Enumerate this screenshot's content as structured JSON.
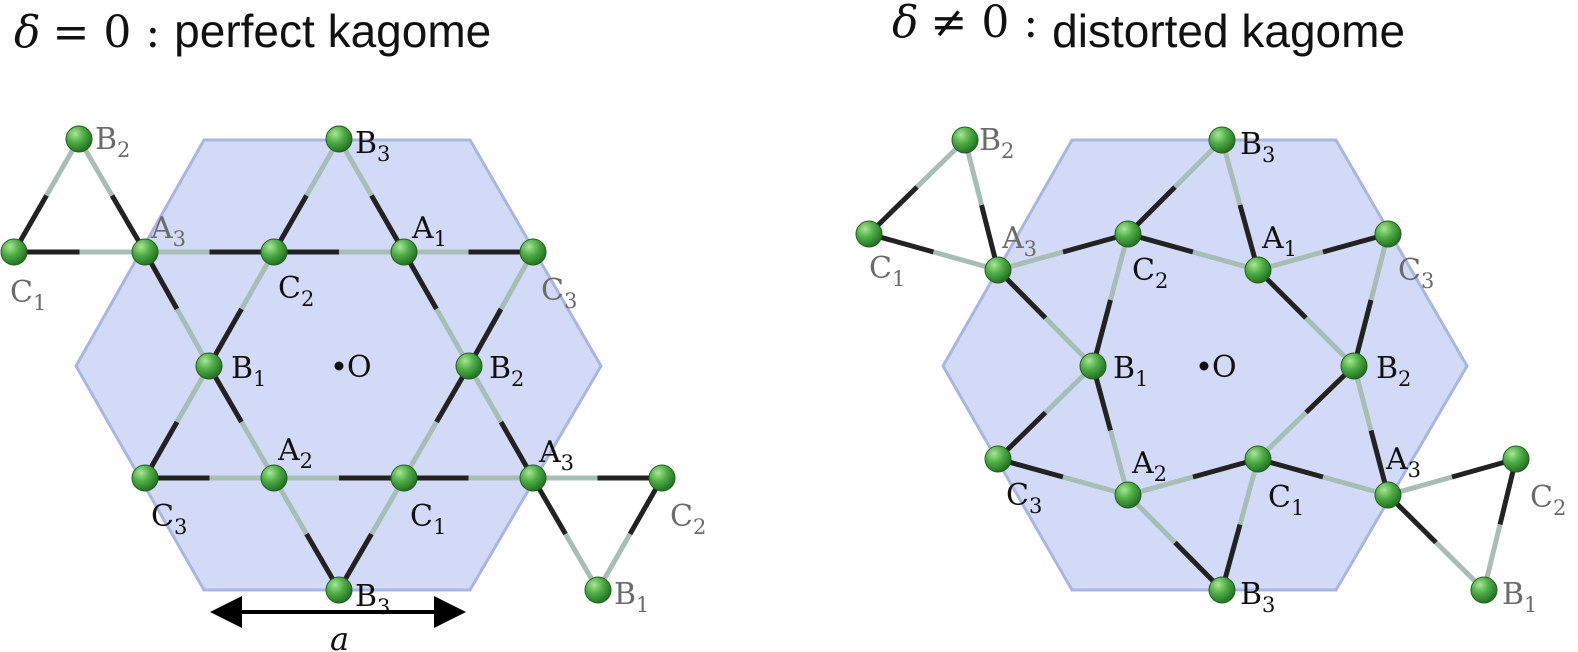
{
  "panels": [
    {
      "id": "perfect",
      "title": {
        "symbol": "δ",
        "relation": "= 0 :",
        "text": "perfect kagome"
      },
      "origin_label": "O",
      "atoms": [
        {
          "id": "B2out",
          "base": "B",
          "sub": "2",
          "faded": true
        },
        {
          "id": "C1out",
          "base": "C",
          "sub": "1",
          "faded": true
        },
        {
          "id": "A3a",
          "base": "A",
          "sub": "3",
          "faded": true
        },
        {
          "id": "B3top",
          "base": "B",
          "sub": "3",
          "faded": false
        },
        {
          "id": "C2",
          "base": "C",
          "sub": "2",
          "faded": false
        },
        {
          "id": "A1",
          "base": "A",
          "sub": "1",
          "faded": false
        },
        {
          "id": "C3a",
          "base": "C",
          "sub": "3",
          "faded": true
        },
        {
          "id": "B1",
          "base": "B",
          "sub": "1",
          "faded": false
        },
        {
          "id": "B2",
          "base": "B",
          "sub": "2",
          "faded": false
        },
        {
          "id": "C3b",
          "base": "C",
          "sub": "3",
          "faded": false
        },
        {
          "id": "A2",
          "base": "A",
          "sub": "2",
          "faded": false
        },
        {
          "id": "C1",
          "base": "C",
          "sub": "1",
          "faded": false
        },
        {
          "id": "A3b",
          "base": "A",
          "sub": "3",
          "faded": false
        },
        {
          "id": "C2out",
          "base": "C",
          "sub": "2",
          "faded": true
        },
        {
          "id": "B3bot",
          "base": "B",
          "sub": "3",
          "faded": false
        },
        {
          "id": "B1out",
          "base": "B",
          "sub": "1",
          "faded": true
        }
      ],
      "scale_label": "a"
    },
    {
      "id": "distorted",
      "title": {
        "symbol": "δ",
        "relation": "≠ 0 :",
        "text": "distorted kagome"
      },
      "origin_label": "O",
      "atoms": [
        {
          "id": "B2out",
          "base": "B",
          "sub": "2",
          "faded": true
        },
        {
          "id": "C1out",
          "base": "C",
          "sub": "1",
          "faded": true
        },
        {
          "id": "A3a",
          "base": "A",
          "sub": "3",
          "faded": true
        },
        {
          "id": "B3top",
          "base": "B",
          "sub": "3",
          "faded": false
        },
        {
          "id": "C2",
          "base": "C",
          "sub": "2",
          "faded": false
        },
        {
          "id": "A1",
          "base": "A",
          "sub": "1",
          "faded": false
        },
        {
          "id": "C3a",
          "base": "C",
          "sub": "3",
          "faded": true
        },
        {
          "id": "B1",
          "base": "B",
          "sub": "1",
          "faded": false
        },
        {
          "id": "B2",
          "base": "B",
          "sub": "2",
          "faded": false
        },
        {
          "id": "C3b",
          "base": "C",
          "sub": "3",
          "faded": false
        },
        {
          "id": "A2",
          "base": "A",
          "sub": "2",
          "faded": false
        },
        {
          "id": "C1",
          "base": "C",
          "sub": "1",
          "faded": false
        },
        {
          "id": "A3b",
          "base": "A",
          "sub": "3",
          "faded": false
        },
        {
          "id": "C2out",
          "base": "C",
          "sub": "2",
          "faded": true
        },
        {
          "id": "B3bot",
          "base": "B",
          "sub": "3",
          "faded": false
        },
        {
          "id": "B1out",
          "base": "B",
          "sub": "1",
          "faded": true
        }
      ]
    }
  ],
  "colors": {
    "hexagon_fill": "#d2daf7",
    "hexagon_edge": "#aab5e0",
    "atom_fill": "#3e9a3a",
    "atom_highlight": "#9ee08e",
    "bond_dark": "#222222",
    "bond_light": "#a8bdb6",
    "label": "#111111",
    "label_faded": "#6b6b6b",
    "label_faded_on_hex": "#56597a"
  }
}
